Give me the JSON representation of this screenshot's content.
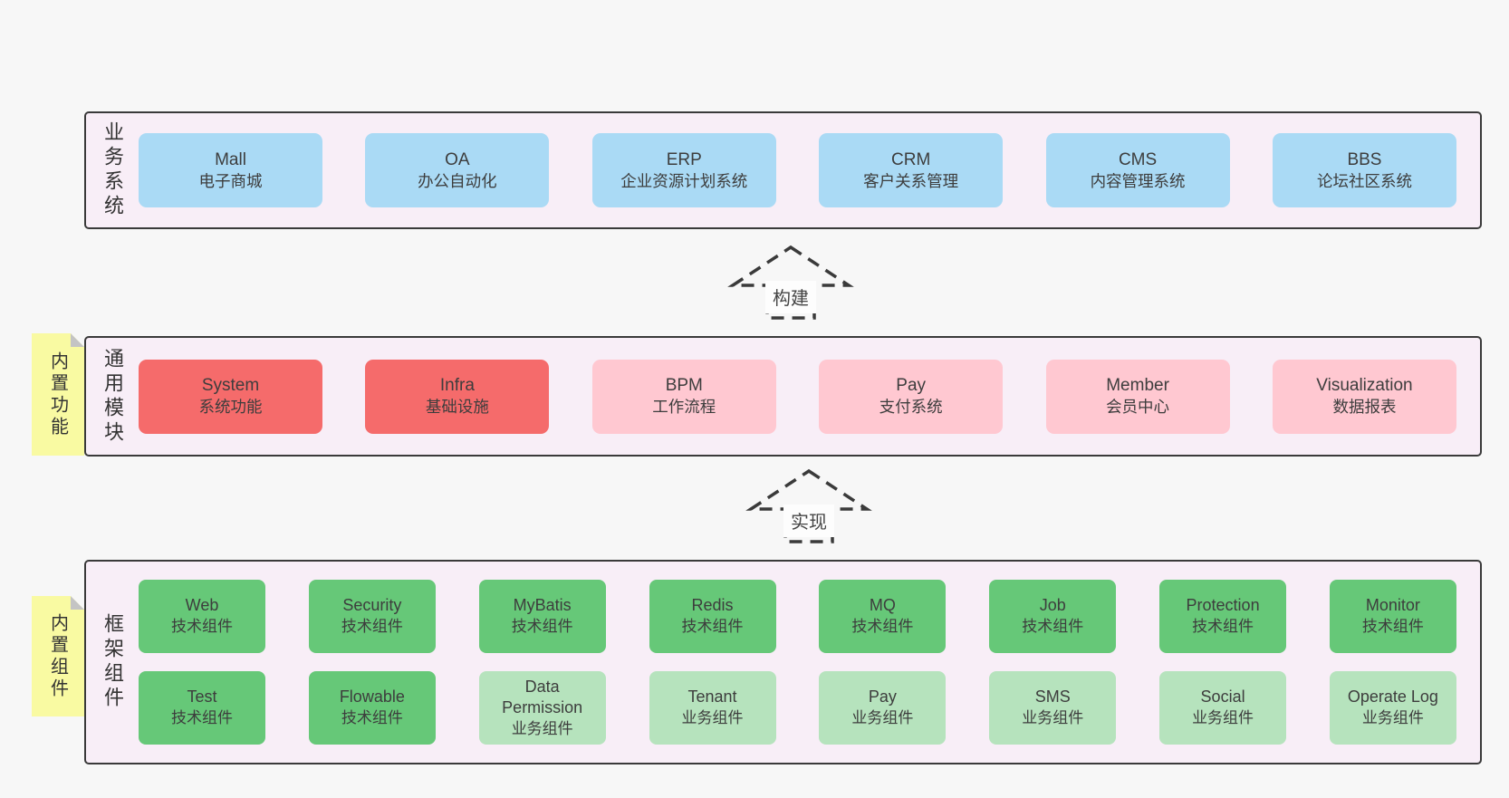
{
  "colors": {
    "page_background": "#f7f7f7",
    "panel_fill": "#f8eef7",
    "panel_border": "#3a3a3a",
    "box_blue": "#aadaf5",
    "box_red": "#f56b6b",
    "box_pink": "#ffc8d1",
    "box_green_dark": "#66c878",
    "box_green_light": "#b6e3bd",
    "note_yellow": "#f9faa2",
    "text": "#3d3d3d"
  },
  "arrows": [
    {
      "label": "构建"
    },
    {
      "label": "实现"
    }
  ],
  "sections": [
    {
      "label": "业务系统",
      "boxes": [
        {
          "en": "Mall",
          "zh": "电子商城",
          "variant": "blue"
        },
        {
          "en": "OA",
          "zh": "办公自动化",
          "variant": "blue"
        },
        {
          "en": "ERP",
          "zh": "企业资源计划系统",
          "variant": "blue"
        },
        {
          "en": "CRM",
          "zh": "客户关系管理",
          "variant": "blue"
        },
        {
          "en": "CMS",
          "zh": "内容管理系统",
          "variant": "blue"
        },
        {
          "en": "BBS",
          "zh": "论坛社区系统",
          "variant": "blue"
        }
      ]
    },
    {
      "label": "通用模块",
      "tab": "内置功能",
      "boxes": [
        {
          "en": "System",
          "zh": "系统功能",
          "variant": "red"
        },
        {
          "en": "Infra",
          "zh": "基础设施",
          "variant": "red"
        },
        {
          "en": "BPM",
          "zh": "工作流程",
          "variant": "pink"
        },
        {
          "en": "Pay",
          "zh": "支付系统",
          "variant": "pink"
        },
        {
          "en": "Member",
          "zh": "会员中心",
          "variant": "pink"
        },
        {
          "en": "Visualization",
          "zh": "数据报表",
          "variant": "pink"
        }
      ]
    },
    {
      "label": "框架组件",
      "tab": "内置组件",
      "rows": [
        [
          {
            "en": "Web",
            "zh": "技术组件",
            "variant": "green-dark"
          },
          {
            "en": "Security",
            "zh": "技术组件",
            "variant": "green-dark"
          },
          {
            "en": "MyBatis",
            "zh": "技术组件",
            "variant": "green-dark"
          },
          {
            "en": "Redis",
            "zh": "技术组件",
            "variant": "green-dark"
          },
          {
            "en": "MQ",
            "zh": "技术组件",
            "variant": "green-dark"
          },
          {
            "en": "Job",
            "zh": "技术组件",
            "variant": "green-dark"
          },
          {
            "en": "Protection",
            "zh": "技术组件",
            "variant": "green-dark"
          },
          {
            "en": "Monitor",
            "zh": "技术组件",
            "variant": "green-dark"
          }
        ],
        [
          {
            "en": "Test",
            "zh": "技术组件",
            "variant": "green-dark"
          },
          {
            "en": "Flowable",
            "zh": "技术组件",
            "variant": "green-dark"
          },
          {
            "en": "Data Permission",
            "zh": "业务组件",
            "variant": "green-light"
          },
          {
            "en": "Tenant",
            "zh": "业务组件",
            "variant": "green-light"
          },
          {
            "en": "Pay",
            "zh": "业务组件",
            "variant": "green-light"
          },
          {
            "en": "SMS",
            "zh": "业务组件",
            "variant": "green-light"
          },
          {
            "en": "Social",
            "zh": "业务组件",
            "variant": "green-light"
          },
          {
            "en": "Operate Log",
            "zh": "业务组件",
            "variant": "green-light"
          }
        ]
      ]
    }
  ]
}
